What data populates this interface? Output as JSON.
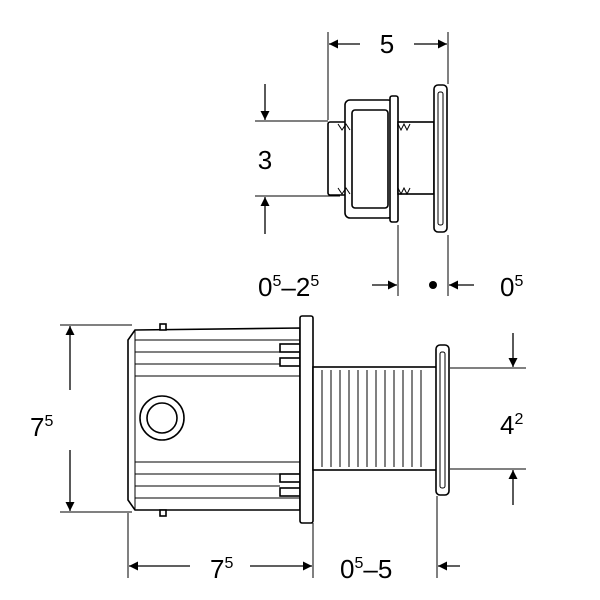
{
  "dimensions": {
    "top_width": {
      "main": "5"
    },
    "top_height": {
      "main": "3"
    },
    "top_gap": {
      "a": "0",
      "a_sup": "5",
      "dash": "–",
      "b": "2",
      "b_sup": "5"
    },
    "top_plate": {
      "main": "0",
      "sup": "5"
    },
    "bottom_height": {
      "main": "7",
      "sup": "5"
    },
    "bottom_tube": {
      "main": "4",
      "sup": "2"
    },
    "bottom_width": {
      "main": "7",
      "sup": "5"
    },
    "bottom_range": {
      "a": "0",
      "a_sup": "5",
      "rest": "–5"
    }
  }
}
